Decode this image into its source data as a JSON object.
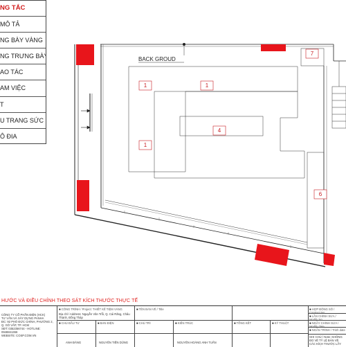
{
  "legend": {
    "title": "NG TẮC",
    "items": [
      "MÔ TẢ",
      "NG BÀY VÀNG",
      "NG TRƯNG BÀY",
      "AO TÁC",
      "AM VIỆC",
      "T",
      "U TRANG SỨC",
      "Ô ĐIA"
    ]
  },
  "plan": {
    "back_ground_label": "BACK GROUD",
    "zones": [
      "1",
      "1",
      "1",
      "4",
      "6",
      "7"
    ]
  },
  "note": "HƯỚC VÀ ĐIỀU CHỈNH THEO SÁT KÍCH THƯỚC THỰC TẾ",
  "title_block": {
    "project_head": "CÔNG TRÌNH / Project: THIẾT KẾ TIỆM VÀNG",
    "address": "Địa chỉ / Address: Nguyễn Văn Trỗi, Q. Cái Răng, Châu Thành, Đồng Tháp",
    "drawing_head": "TÊN BẢN VẼ / Title",
    "design_head": "HỢP ĐỒNG SỐ / Contract No.",
    "revision_head": "LẦN CHỈNH SỬA / Modify No.",
    "date_head": "NGÀY CHỈNH SỬA / Modify date",
    "date_head2": "NGÀN TRÌNH / Trinh date",
    "note_right": "GHI CHÚ / Note: KHÔNG ĐO VẼ TỶ LỆ BẢN VẼ. CÁC KÍCH THƯỚC LẤY THEO KÍCH THƯỚC THI CÔNG THỰC TẾ",
    "company_lines": [
      "CÔNG TY CỔ PHẦN ĐIỆN (HCK)",
      "TƯ VẤN VÀ XÂY DỰNG PANHA",
      "ĐC: 92 PHÓ ĐỨC CHÍNH, PHƯỜNG 2,",
      "Q. GÒ VẤP, TP. HCM",
      "SĐT: 0352356744 - HOTLINE: 0948841366",
      "WEBSITE: COSP.COM.VN"
    ],
    "owner_head": "CHỦ ĐẦU TƯ",
    "design_col_head": "BẢN ĐIỆN",
    "supervisor_head": "CHỦ TRÌ",
    "chief_head": "KIẾN TRÚC",
    "kts_head": "TỔNG KẾT",
    "drawn_head": "KỸ THUẬT",
    "names": [
      "ANH ĐĂNG",
      "NGUYỄN TIẾN DŨNG",
      "NGUYỄN HOÀNG ANH TUẤN"
    ]
  }
}
